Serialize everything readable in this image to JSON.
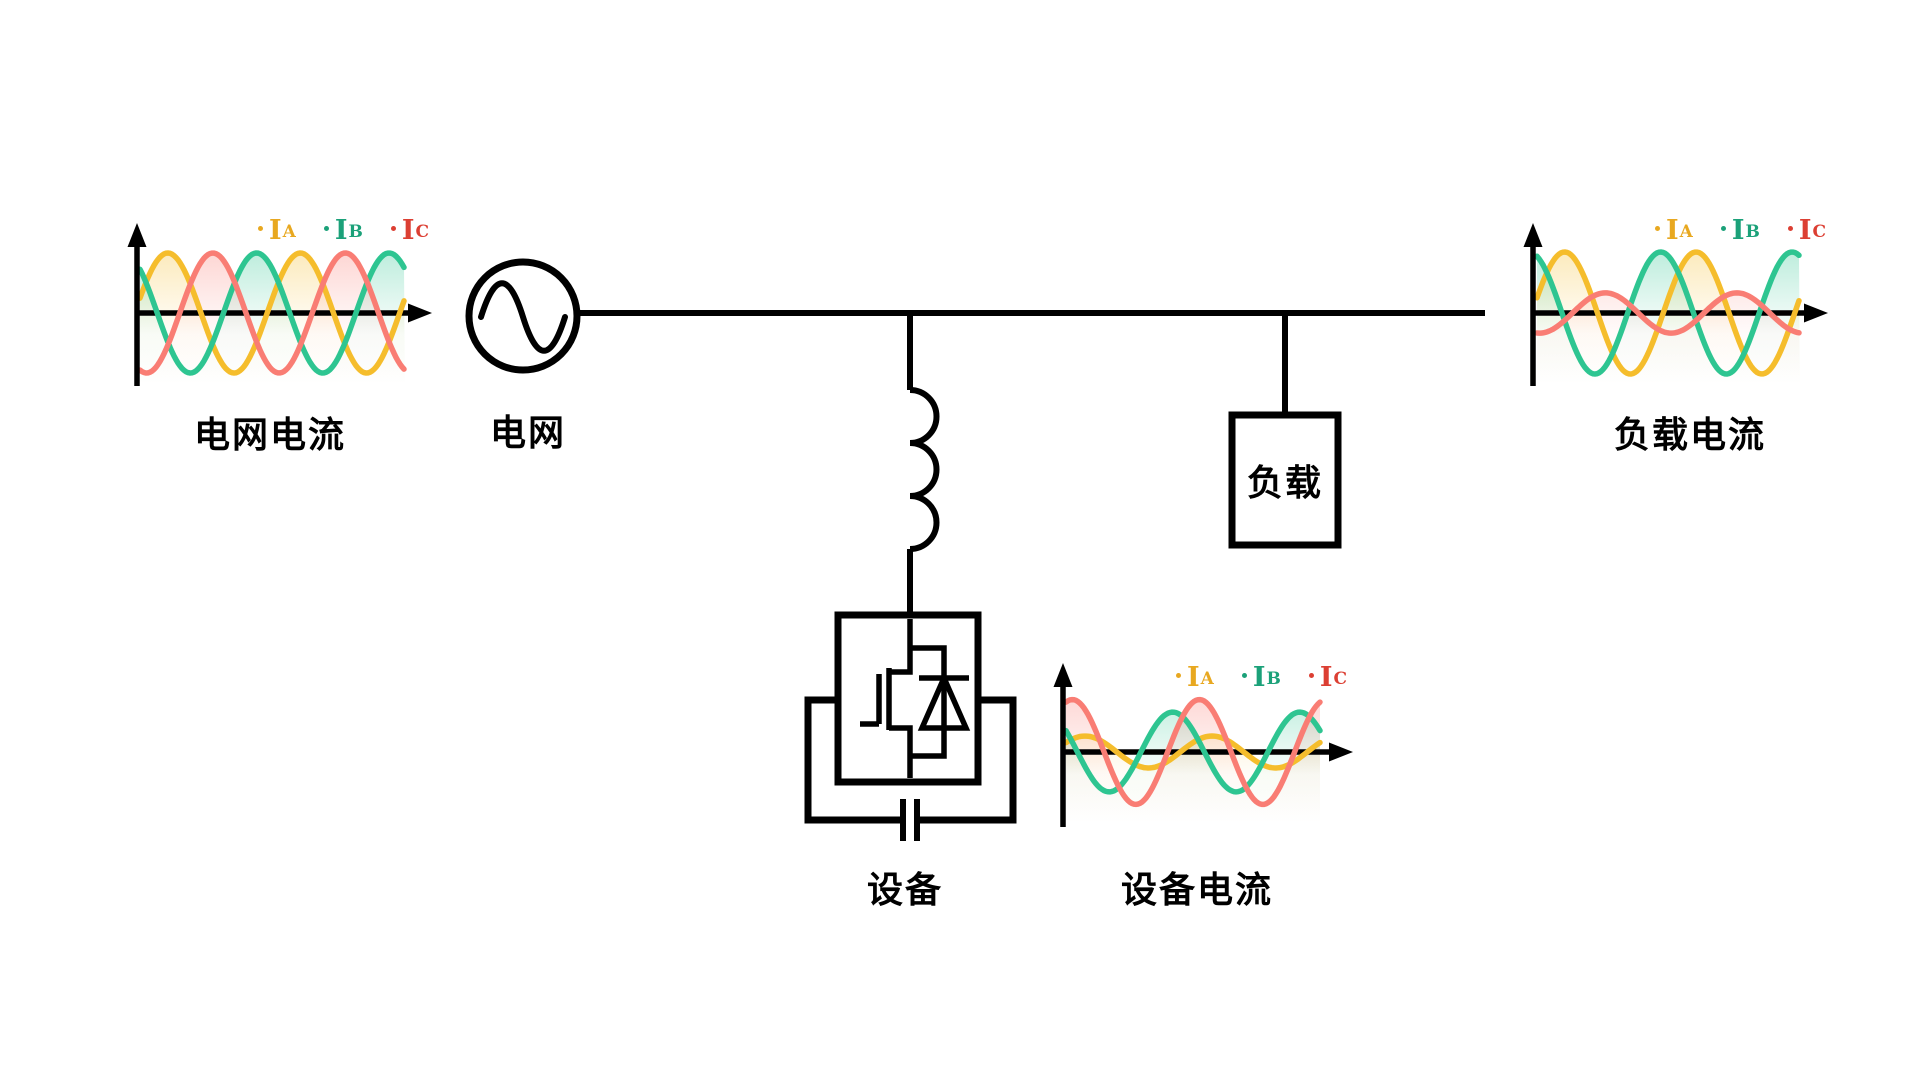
{
  "labels": {
    "grid_current": "电网电流",
    "grid": "电网",
    "load": "负载",
    "device": "设备",
    "device_current": "设备电流",
    "load_current": "负载电流"
  },
  "colors": {
    "phase_a": "#F5BD2C",
    "phase_b": "#2EC591",
    "phase_c": "#F97D74",
    "legend_a": "#E8A820",
    "legend_b": "#1BA179",
    "legend_c": "#DC3F33",
    "line": "#000000"
  },
  "legend": {
    "items": [
      {
        "label": "I",
        "sub": "A",
        "color_key": "legend_a",
        "phase": "A"
      },
      {
        "label": "I",
        "sub": "B",
        "color_key": "legend_b",
        "phase": "B"
      },
      {
        "label": "I",
        "sub": "C",
        "color_key": "legend_c",
        "phase": "C"
      }
    ]
  },
  "chart_data": [
    {
      "id": "grid-current",
      "type": "line",
      "title": "电网电流",
      "description": "Balanced three-phase sinusoidal grid currents, equal amplitude, 120° apart",
      "cycles": 2,
      "legend_entries": [
        "IA",
        "IB",
        "IC"
      ],
      "series": [
        {
          "name": "IA",
          "phase": "A",
          "amplitude": 1.0,
          "peak_frac": 0.21
        },
        {
          "name": "IB",
          "phase": "B",
          "amplitude": 1.0,
          "peak_frac": 0.88
        },
        {
          "name": "IC",
          "phase": "C",
          "amplitude": 1.0,
          "peak_frac": 0.55
        }
      ]
    },
    {
      "id": "load-current",
      "type": "line",
      "title": "负载电流",
      "description": "Unbalanced load currents: IA and IB large, IC small",
      "cycles": 2,
      "legend_entries": [
        "IA",
        "IB",
        "IC"
      ],
      "series": [
        {
          "name": "IA",
          "phase": "A",
          "amplitude": 1.0,
          "peak_frac": 0.21
        },
        {
          "name": "IB",
          "phase": "B",
          "amplitude": 1.0,
          "peak_frac": 0.94
        },
        {
          "name": "IC",
          "phase": "C",
          "amplitude": 0.33,
          "peak_frac": 0.52
        }
      ]
    },
    {
      "id": "device-current",
      "type": "line",
      "title": "设备电流",
      "description": "Compensating currents injected by the device: IC large, IB medium, IA small",
      "cycles": 2,
      "legend_entries": [
        "IA",
        "IB",
        "IC"
      ],
      "series": [
        {
          "name": "IA",
          "phase": "A",
          "amplitude": 0.28,
          "peak_frac": 0.15
        },
        {
          "name": "IB",
          "phase": "B",
          "amplitude": 0.7,
          "peak_frac": 0.84
        },
        {
          "name": "IC",
          "phase": "C",
          "amplitude": 0.92,
          "peak_frac": 0.05
        }
      ]
    }
  ]
}
